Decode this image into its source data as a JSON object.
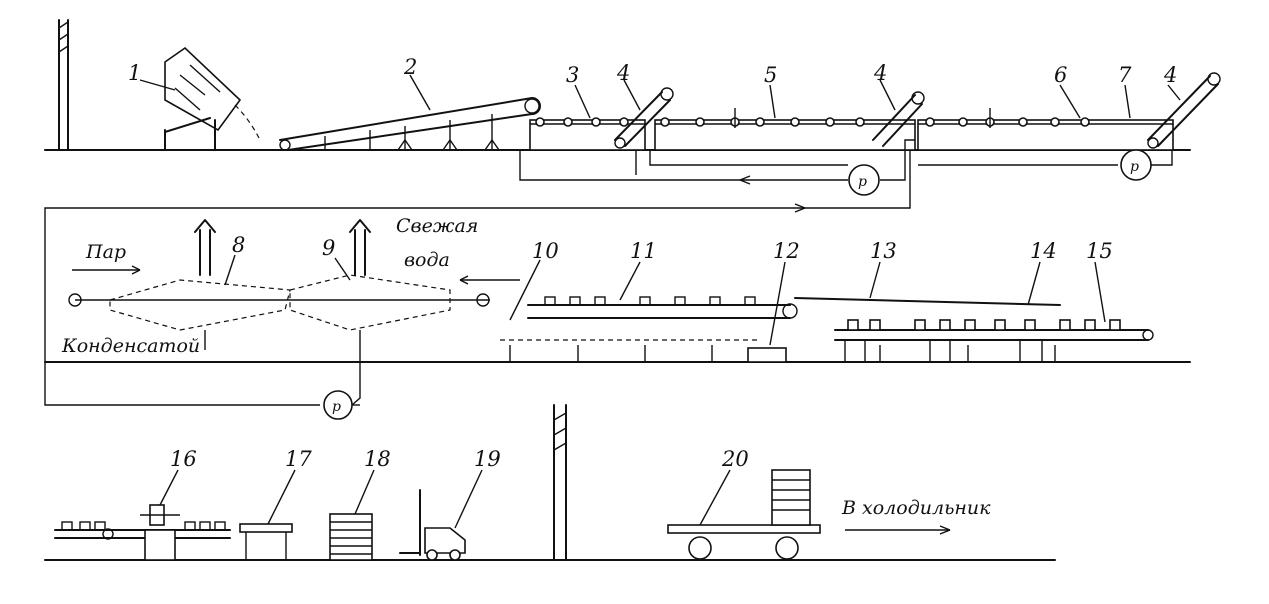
{
  "labels": {
    "n1": "1",
    "n2": "2",
    "n3": "3",
    "n4a": "4",
    "n5": "5",
    "n4b": "4",
    "n6": "6",
    "n7": "7",
    "n4c": "4",
    "n8": "8",
    "n9": "9",
    "n10": "10",
    "n11": "11",
    "n12": "12",
    "n13": "13",
    "n14": "14",
    "n15": "15",
    "n16": "16",
    "n17": "17",
    "n18": "18",
    "n19": "19",
    "n20": "20"
  },
  "words": {
    "steam": "Пар",
    "fresh_water_1": "Свежая",
    "fresh_water_2": "вода",
    "condensate": "Конденсатой",
    "to_fridge": "В холодильник"
  },
  "pumps": {
    "p1": "p",
    "p2": "p",
    "p3": "p"
  }
}
